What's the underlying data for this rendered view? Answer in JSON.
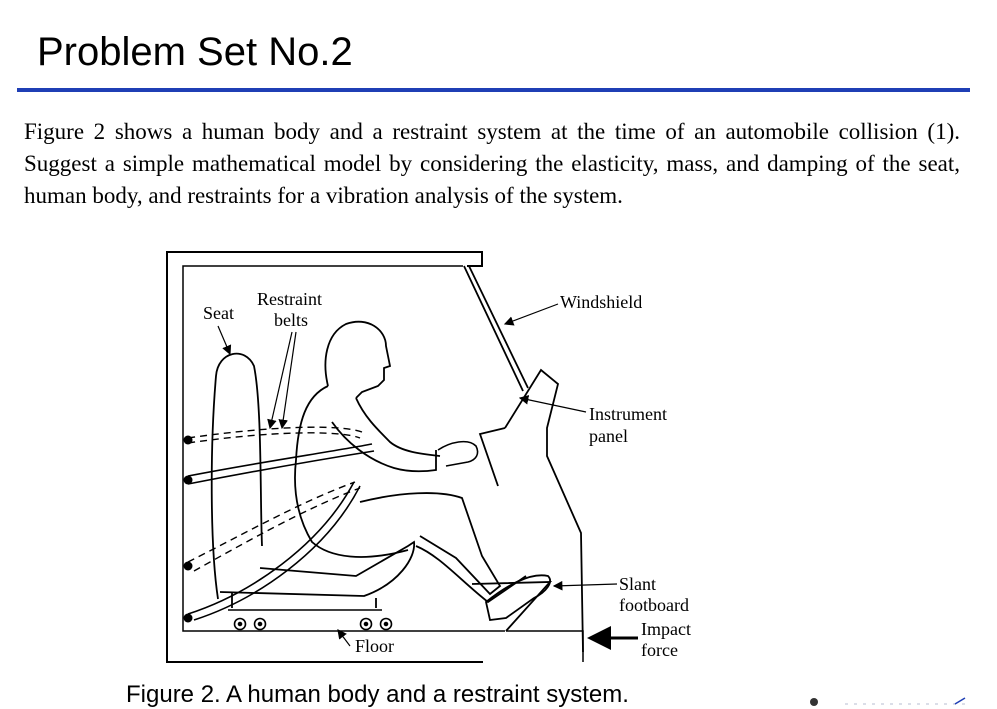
{
  "slide": {
    "title": "Problem Set No.2",
    "accent_color": "#1f3fb5"
  },
  "problem": {
    "text": "Figure 2 shows a human body and a restraint system at the time of an automobile collision (1). Suggest a simple mathematical model by considering the elasticity, mass, and damping of the seat, human body, and restraints for a vibration analysis of the system."
  },
  "figure": {
    "labels": {
      "seat": "Seat",
      "restraint_line1": "Restraint",
      "restraint_line2": "belts",
      "windshield": "Windshield",
      "instrument_line1": "Instrument",
      "instrument_line2": "panel",
      "slant_line1": "Slant",
      "slant_line2": "footboard",
      "impact_line1": "Impact",
      "impact_line2": "force",
      "floor": "Floor"
    },
    "caption": "Figure 2. A human body and a restraint system."
  }
}
